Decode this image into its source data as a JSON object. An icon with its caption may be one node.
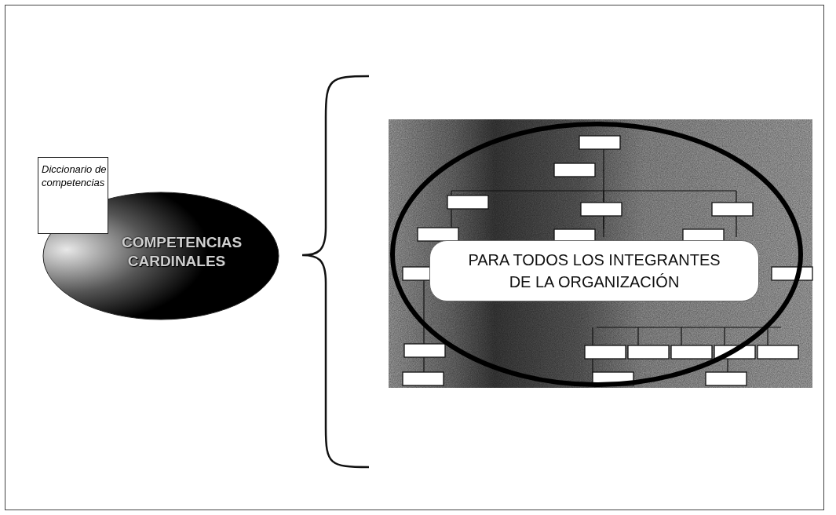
{
  "diagram": {
    "nodes": [
      {
        "text": [
          "Diccionario de competencias"
        ]
      },
      {
        "text": [
          "COMPETENCIAS CARDINALES"
        ]
      },
      {
        "text": [],
        "shape": "picture"
      },
      {
        "text": [
          "PARA TODOS LOS INTEGRANTES DE LA ORGANIZACIÓN"
        ],
        "in": 2
      }
    ]
  }
}
